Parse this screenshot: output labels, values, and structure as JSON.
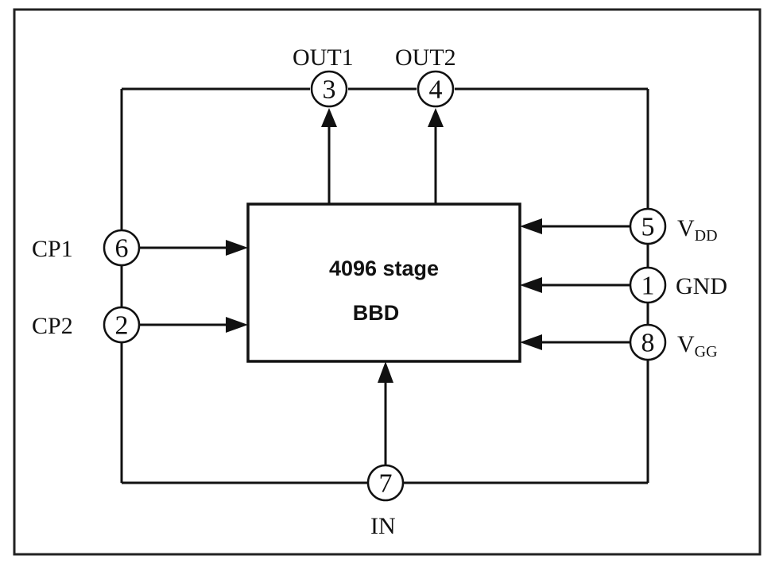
{
  "block": {
    "line1": "4096 stage",
    "line2": "BBD"
  },
  "pins": [
    {
      "number": "3",
      "label": "OUT1"
    },
    {
      "number": "4",
      "label": "OUT2"
    },
    {
      "number": "6",
      "label": "CP1"
    },
    {
      "number": "2",
      "label": "CP2"
    },
    {
      "number": "5",
      "label": "V",
      "sub": "DD"
    },
    {
      "number": "1",
      "label": "GND"
    },
    {
      "number": "8",
      "label": "V",
      "sub": "GG"
    },
    {
      "number": "7",
      "label": "IN"
    }
  ]
}
